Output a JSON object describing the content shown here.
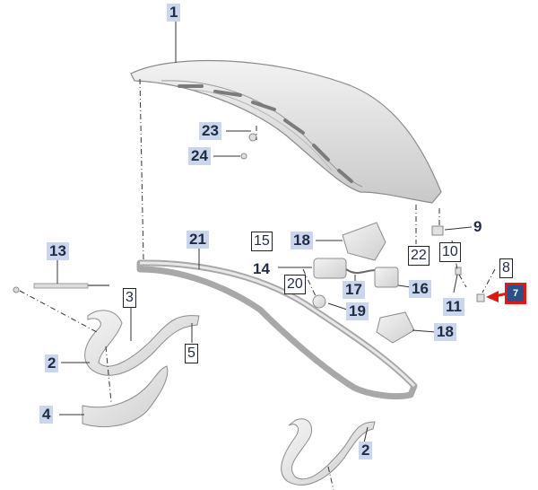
{
  "diagram": {
    "labels": {
      "l1": "1",
      "l23": "23",
      "l24": "24",
      "l13": "13",
      "l21": "21",
      "l3": "3",
      "l2a": "2",
      "l5": "5",
      "l4": "4",
      "l15": "15",
      "l18a": "18",
      "l14": "14",
      "l17": "17",
      "l16": "16",
      "l20": "20",
      "l19": "19",
      "l22": "22",
      "l9": "9",
      "l10": "10",
      "l11": "11",
      "l8": "8",
      "l7": "7",
      "l18b": "18",
      "l2b": "2"
    },
    "colors": {
      "label_fill": "#c9d6ec",
      "highlight_fill": "#2c4f86",
      "highlight_border": "#e01818",
      "arrow": "#e01818",
      "part_fill": "#e6e6e6",
      "part_stroke": "#9a9a9a"
    }
  }
}
